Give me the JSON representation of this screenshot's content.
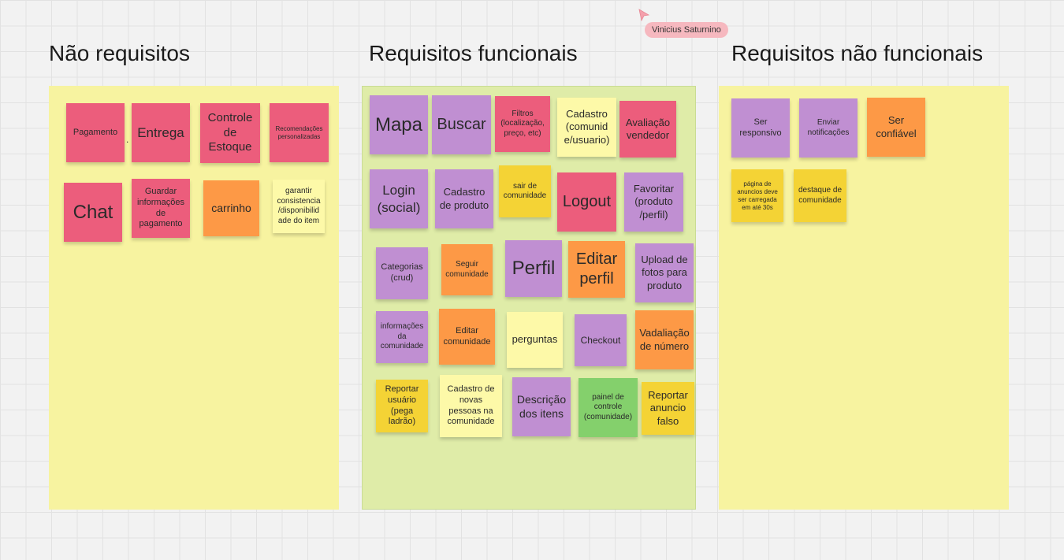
{
  "board": {
    "columns": [
      {
        "title": "Não requisitos"
      },
      {
        "title": "Requisitos funcionais"
      },
      {
        "title": "Requisitos não funcionais"
      }
    ],
    "cursor_user": "Vinicius Saturnino",
    "stray_mark": "."
  },
  "colors": {
    "pink": "#ec5d7c",
    "purple": "#c08fd2",
    "orange": "#fd9946",
    "yellow": "#f4d335",
    "light_yellow": "#fdf9a8",
    "green": "#84d06c",
    "frame_yellow": "#f7f3a0",
    "frame_green": "#dfeca8",
    "cursor": "#f4a0ac"
  },
  "nao_requisitos": [
    {
      "color": "pink",
      "text": "Pagamento"
    },
    {
      "color": "pink",
      "text": "Entrega"
    },
    {
      "color": "pink",
      "text": "Controle de Estoque"
    },
    {
      "color": "pink",
      "text": "Recomendações personalizadas"
    },
    {
      "color": "pink",
      "text": "Chat"
    },
    {
      "color": "pink",
      "text": "Guardar informações de pagamento"
    },
    {
      "color": "orange",
      "text": "carrinho"
    },
    {
      "color": "light_yellow",
      "text": "garantir consistencia /disponibilid ade do item"
    }
  ],
  "requisitos_funcionais": [
    {
      "color": "purple",
      "text": "Mapa"
    },
    {
      "color": "purple",
      "text": "Buscar"
    },
    {
      "color": "pink",
      "text": "Filtros (localização, preço, etc)"
    },
    {
      "color": "light_yellow",
      "text": "Cadastro (comunid e/usuario)"
    },
    {
      "color": "pink",
      "text": "Avaliação vendedor"
    },
    {
      "color": "purple",
      "text": "Login (social)"
    },
    {
      "color": "purple",
      "text": "Cadastro de produto"
    },
    {
      "color": "yellow",
      "text": "sair de comunidade"
    },
    {
      "color": "pink",
      "text": "Logout"
    },
    {
      "color": "purple",
      "text": "Favoritar (produto /perfil)"
    },
    {
      "color": "purple",
      "text": "Categorias (crud)"
    },
    {
      "color": "orange",
      "text": "Seguir comunidade"
    },
    {
      "color": "purple",
      "text": "Perfil"
    },
    {
      "color": "orange",
      "text": "Editar perfil"
    },
    {
      "color": "purple",
      "text": "Upload de fotos para produto"
    },
    {
      "color": "purple",
      "text": "informações da comunidade"
    },
    {
      "color": "orange",
      "text": "Editar comunidade"
    },
    {
      "color": "light_yellow",
      "text": "perguntas"
    },
    {
      "color": "purple",
      "text": "Checkout"
    },
    {
      "color": "orange",
      "text": "Vadaliação de número"
    },
    {
      "color": "yellow",
      "text": "Reportar usuário (pega ladrão)"
    },
    {
      "color": "light_yellow",
      "text": "Cadastro de novas pessoas na comunidade"
    },
    {
      "color": "purple",
      "text": "Descrição dos itens"
    },
    {
      "color": "green",
      "text": "painel de controle (comunidade)"
    },
    {
      "color": "yellow",
      "text": "Reportar anuncio falso"
    }
  ],
  "requisitos_nao_funcionais": [
    {
      "color": "purple",
      "text": "Ser responsivo"
    },
    {
      "color": "purple",
      "text": "Enviar notificações"
    },
    {
      "color": "orange",
      "text": "Ser confiável"
    },
    {
      "color": "yellow",
      "text": "página de anuncios deve ser carregada em até 30s"
    },
    {
      "color": "yellow",
      "text": "destaque de comunidade"
    }
  ]
}
